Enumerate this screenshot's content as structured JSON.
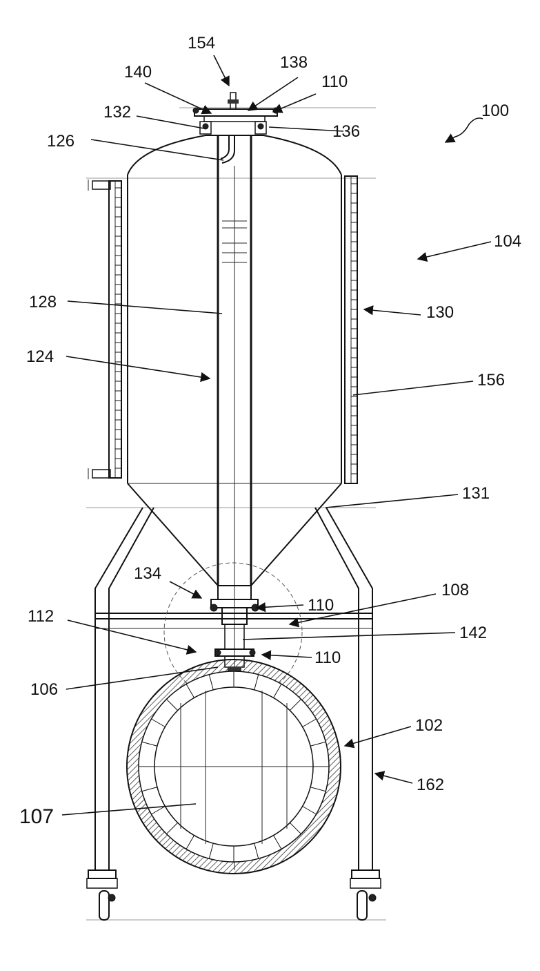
{
  "figure": {
    "labels": {
      "l100": "100",
      "l104": "104",
      "l154": "154",
      "l138": "138",
      "l140": "140",
      "l110a": "110",
      "l132": "132",
      "l136": "136",
      "l126": "126",
      "l128": "128",
      "l130": "130",
      "l124": "124",
      "l156": "156",
      "l131": "131",
      "l134": "134",
      "l110b": "110",
      "l108": "108",
      "l112": "112",
      "l142": "142",
      "l110c": "110",
      "l106": "106",
      "l102": "102",
      "l162": "162",
      "l107": "107"
    }
  }
}
